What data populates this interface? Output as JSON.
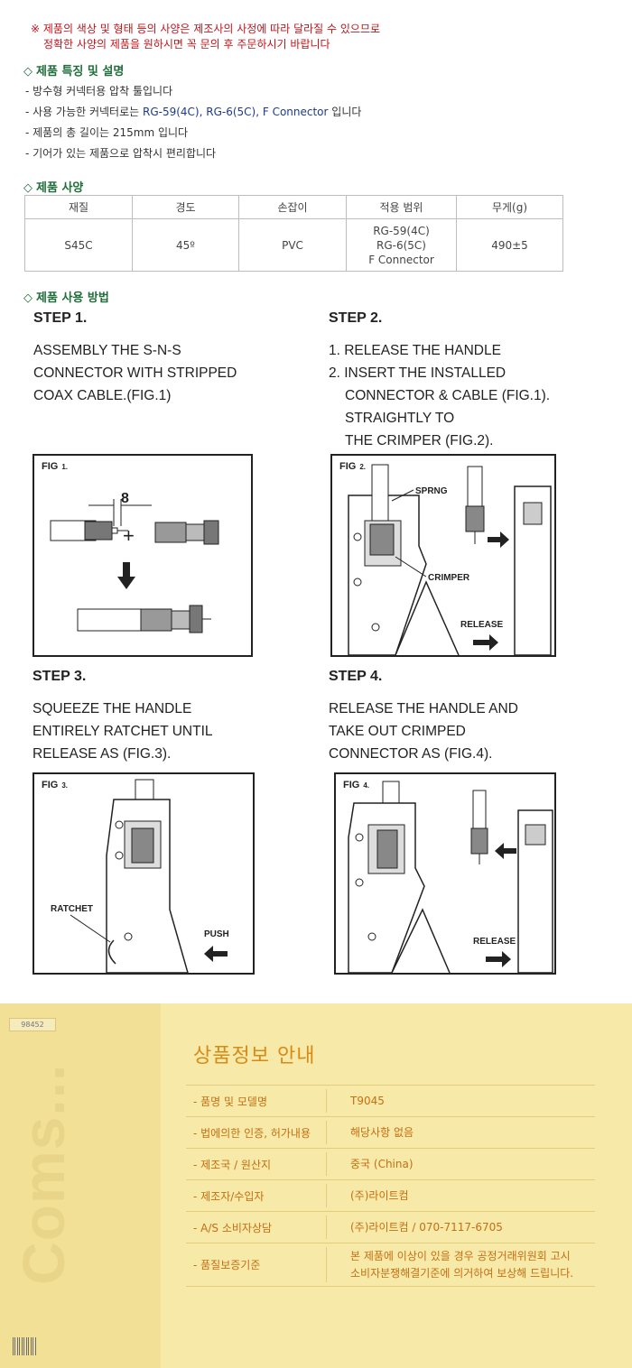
{
  "notice": {
    "line1": "※ 제품의 색상 및 형태 등의 사양은 제조사의 사정에 따라 달라질 수 있으므로",
    "line2": "정확한 사양의 제품을 원하시면 꼭 문의 후 주문하시기 바랍니다"
  },
  "sections": {
    "features_title": "제품 특징 및 설명",
    "spec_title": "제품 사양",
    "usage_title": "제품 사용 방법",
    "diamond": "◇"
  },
  "features": {
    "item1": "- 방수형 커넥터용 압착 툴입니다",
    "item2_prefix": "- 사용 가능한 커넥터로는 ",
    "item2_blue": "RG-59(4C), RG-6(5C), F Connector",
    "item2_suffix": " 입니다",
    "item3": "- 제품의 총 길이는 215mm 입니다",
    "item4": "- 기어가 있는 제품으로 압착시 편리합니다"
  },
  "spec_table": {
    "headers": [
      "재질",
      "경도",
      "손잡이",
      "적용 범위",
      "무게(g)"
    ],
    "material": "S45C",
    "hardness": "45º",
    "handle": "PVC",
    "range": [
      "RG-59(4C)",
      "RG-6(5C)",
      "F Connector"
    ],
    "weight": "490±5"
  },
  "steps": {
    "s1": {
      "head": "STEP  1.",
      "l1": "ASSEMBLY THE S-N-S",
      "l2": "CONNECTOR WITH STRIPPED",
      "l3": "COAX CABLE.(FIG.1)"
    },
    "s2": {
      "head": "STEP  2.",
      "l1": "1. RELEASE THE HANDLE",
      "l2": "2. INSERT THE INSTALLED",
      "l3": "CONNECTOR & CABLE (FIG.1).",
      "l4": "STRAIGHTLY TO",
      "l5": "THE CRIMPER (FIG.2)."
    },
    "s3": {
      "head": "STEP  3.",
      "l1": "SQUEEZE THE HANDLE",
      "l2": "ENTIRELY RATCHET UNTIL",
      "l3": "RELEASE AS (FIG.3)."
    },
    "s4": {
      "head": "STEP  4.",
      "l1": "RELEASE THE HANDLE AND",
      "l2": "TAKE OUT CRIMPED",
      "l3": "CONNECTOR AS (FIG.4)."
    }
  },
  "figures": {
    "fig_word": "FIG",
    "fig1": {
      "num": "1.",
      "dim": "8",
      "plus": "+"
    },
    "fig2": {
      "num": "2.",
      "sprng": "SPRNG",
      "crimper": "CRIMPER",
      "release": "RELEASE"
    },
    "fig3": {
      "num": "3.",
      "ratchet": "RATCHET",
      "push": "PUSH"
    },
    "fig4": {
      "num": "4.",
      "release": "RELEASE"
    }
  },
  "info": {
    "code": "98452",
    "brand": "Coms...",
    "title": "상품정보 안내",
    "rows": [
      {
        "k": "- 품명 및 모델명",
        "v": "T9045"
      },
      {
        "k": "- 법에의한 인증, 허가내용",
        "v": "해당사항 없음"
      },
      {
        "k": "- 제조국 / 원산지",
        "v": "중국 (China)"
      },
      {
        "k": "- 제조자/수입자",
        "v": "(주)라이트컴"
      },
      {
        "k": "- A/S 소비자상담",
        "v": "(주)라이트컴 / 070-7117-6705"
      },
      {
        "k": "- 품질보증기준",
        "v1": "본 제품에 이상이 있을 경우 공정거래위원회 고시",
        "v2": "소비자분쟁해결기준에 의거하여 보상해 드립니다."
      }
    ]
  },
  "colors": {
    "accent_red": "#c0141a",
    "section_green": "#1f6e3a",
    "info_text": "#c46f14",
    "info_bg": "#f7e9a8"
  }
}
